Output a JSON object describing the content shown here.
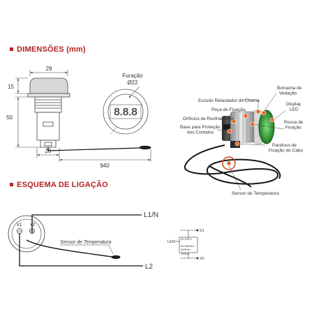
{
  "sections": {
    "dimensions_title": "DIMENSÕES (mm)",
    "wiring_title": "ESQUEMA DE LIGAÇÃO"
  },
  "dimensions": {
    "width": "29",
    "cap_height": "15",
    "body_height": "50",
    "base_width": "20",
    "cable_length": "940",
    "hole_label": "Furação",
    "hole_diameter": "Ø22",
    "display_digits": "8.8.8"
  },
  "callouts": {
    "flame_retardant_shell": "Escudo Retardador de Chama",
    "seal_ring": "Borracha de Vedação",
    "display": "Display LED",
    "fixing_piece": "Peça de Fixação",
    "cooling_holes": "Orifícios de Resfriamento",
    "contact_base": "Base para Proteção dos Contatos",
    "thread": "Rosca de Fixação",
    "cable_screw": "Parafuso de Fixação do Cabo",
    "temp_sensor": "Sensor de Temperatura"
  },
  "wiring": {
    "l1n": "L1/N",
    "l2": "L2",
    "x1": "x1",
    "x2": "x2",
    "sensor_label": "Sensor de Temperatura",
    "led": "LED",
    "range": "20-199°C",
    "voltage": "50-380VAC",
    "freq": "50/60Hz",
    "current": "≤20mA",
    "pin_x1": "X1",
    "pin_x2": "X2"
  },
  "colors": {
    "accent": "#b22222",
    "display_green": "#3ca33c",
    "marker_orange": "#e8641e"
  }
}
